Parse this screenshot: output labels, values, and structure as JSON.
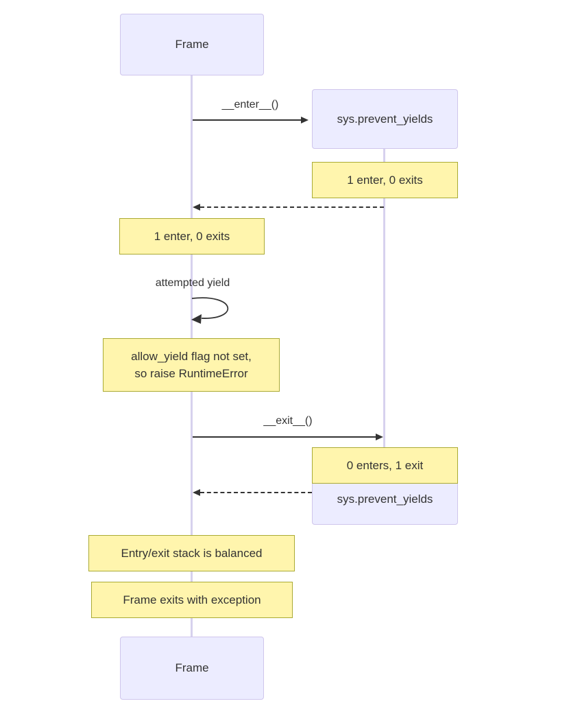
{
  "colors": {
    "actor_fill": "#ECECFF",
    "actor_border": "#cfc5ec",
    "note_fill": "#fff5ad",
    "note_border": "#aaaa33",
    "line": "#333333",
    "lifeline": "#d7d1ee",
    "text": "#333333"
  },
  "actors": {
    "frame_top": "Frame",
    "sys_top": "sys.prevent_yields",
    "sys_bottom": "sys.prevent_yields",
    "frame_bottom": "Frame"
  },
  "messages": {
    "enter": "__enter__()",
    "enter_return": "",
    "self_loop": "attempted yield",
    "exit": "__exit__()",
    "exit_return": ""
  },
  "notes": {
    "sys_after_enter": "1 enter, 0 exits",
    "frame_after_enter": "1 enter, 0 exits",
    "yield_error_line1": "allow_yield flag not set,",
    "yield_error_line2": "so raise RuntimeError",
    "sys_after_exit": "0 enters, 1 exit",
    "stack_balanced": "Entry/exit stack is balanced",
    "frame_exception": "Frame exits with exception"
  }
}
